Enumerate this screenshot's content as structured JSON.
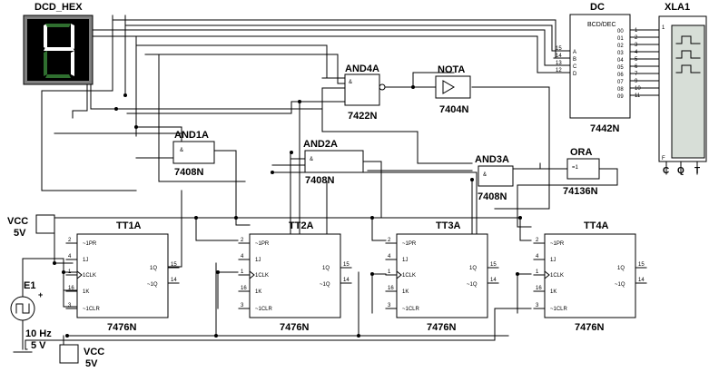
{
  "circuit": {
    "display": {
      "label": "DCD_HEX",
      "digit": "4"
    },
    "decoder": {
      "ref": "DC",
      "title": "BCD/DEC",
      "part": "7442N",
      "inputs": [
        [
          "15",
          "A"
        ],
        [
          "14",
          "B"
        ],
        [
          "13",
          "C"
        ],
        [
          "12",
          "D"
        ]
      ],
      "outputs": [
        "00",
        "01",
        "02",
        "03",
        "04",
        "05",
        "06",
        "07",
        "08",
        "09"
      ],
      "pins": [
        "1",
        "2",
        "3",
        "4",
        "5",
        "6",
        "7",
        "9",
        "10",
        "11"
      ]
    },
    "analyzer": {
      "ref": "XLA1",
      "pins": [
        "C",
        "Q",
        "T"
      ],
      "corner_top": "1",
      "corner_bottom": "F"
    },
    "gates": {
      "and4": {
        "ref": "AND4A",
        "part": "7422N",
        "sym": "&"
      },
      "not": {
        "ref": "NOTA",
        "part": "7404N"
      },
      "and1": {
        "ref": "AND1A",
        "part": "7408N",
        "sym": "&"
      },
      "and2": {
        "ref": "AND2A",
        "part": "7408N",
        "sym": "&"
      },
      "and3": {
        "ref": "AND3A",
        "part": "7408N",
        "sym": "&"
      },
      "or": {
        "ref": "ORA",
        "part": "74136N",
        "sym": "=1"
      }
    },
    "flipflops": [
      {
        "ref": "TT1A",
        "part": "7476N",
        "o1": "15",
        "o2": "14"
      },
      {
        "ref": "TT2A",
        "part": "7476N",
        "o1": "15",
        "o2": "14"
      },
      {
        "ref": "TT3A",
        "part": "7476N",
        "o1": "15",
        "o2": "14"
      },
      {
        "ref": "TT4A",
        "part": "7476N",
        "o1": "15",
        "o2": "14"
      }
    ],
    "ff_pins": {
      "left_nums": [
        "2",
        "4",
        "1",
        "16",
        "3"
      ],
      "left_names": [
        "~1PR",
        "1J",
        "1CLK",
        "1K",
        "~1CLR"
      ],
      "right_names": [
        "1Q",
        "~1Q"
      ]
    },
    "vcc_top": {
      "name": "VCC",
      "value": "5V"
    },
    "vcc_bottom": {
      "name": "VCC",
      "value": "5V"
    },
    "source": {
      "ref": "E1",
      "freq": "10 Hz",
      "amp": "5 V",
      "plus": "+"
    }
  }
}
